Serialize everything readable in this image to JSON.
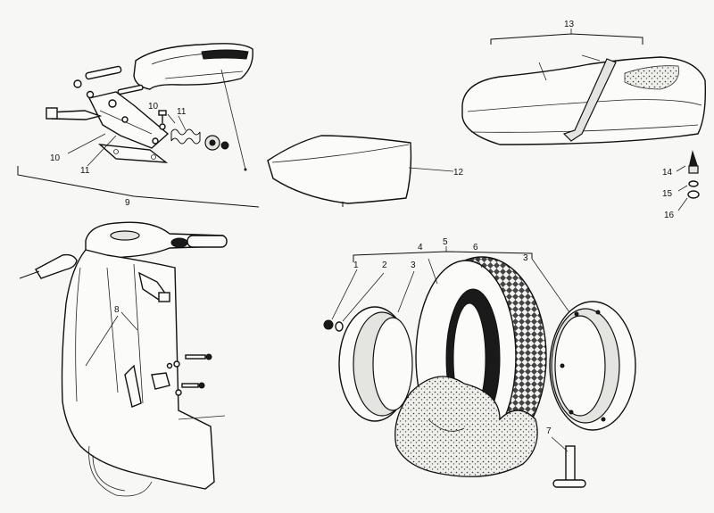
{
  "callouts": {
    "c1": "1",
    "c2": "2",
    "c3": "3",
    "c3b": "3",
    "c4": "4",
    "c5": "5",
    "c6": "6",
    "c7": "7",
    "c8": "8",
    "c9": "9",
    "c10": "10",
    "c10b": "10",
    "c11": "11",
    "c11b": "11",
    "c12": "12",
    "c13": "13",
    "c14": "14",
    "c15": "15",
    "c16": "16"
  }
}
